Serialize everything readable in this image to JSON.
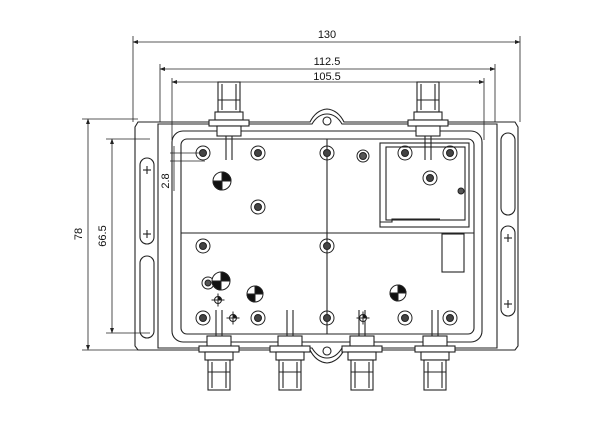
{
  "dimensions": {
    "overall_width": "130",
    "inner_width": "112.5",
    "hole_spacing": "105.5",
    "overall_height": "78",
    "inner_height": "66.5",
    "offset": "2.8"
  },
  "colors": {
    "line": "#222222",
    "background": "#ffffff"
  }
}
